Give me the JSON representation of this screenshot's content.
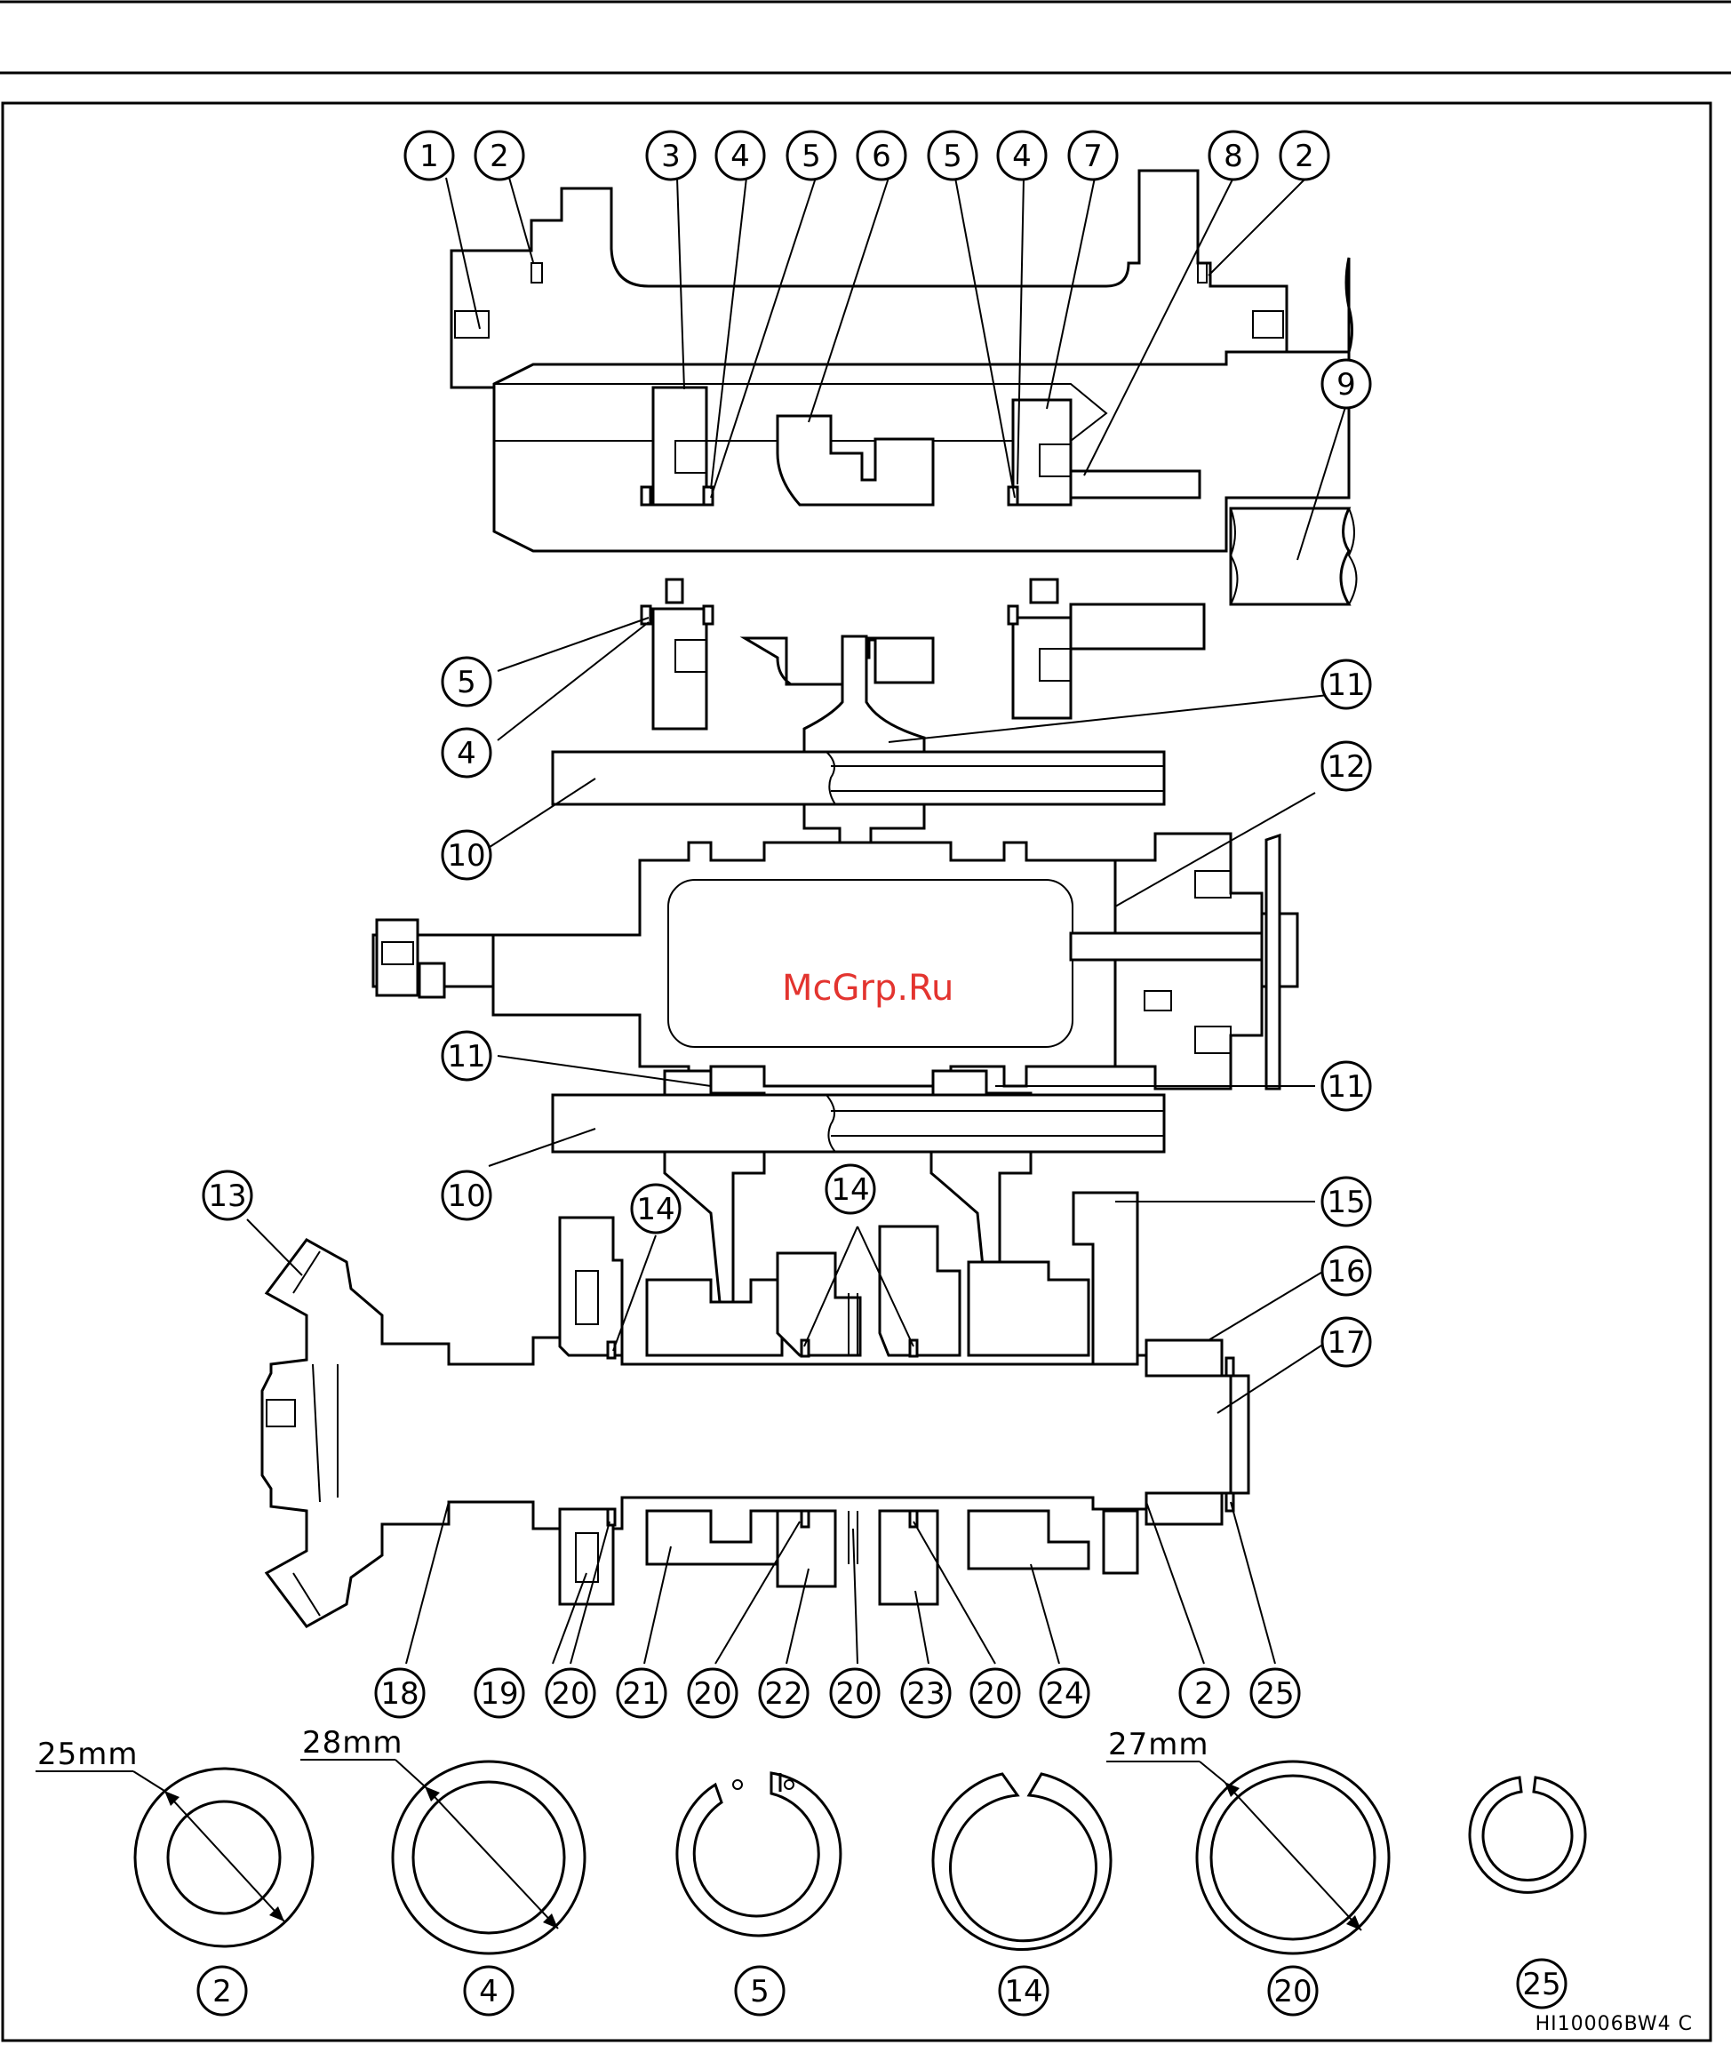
{
  "callouts": {
    "top": [
      "1",
      "2",
      "3",
      "4",
      "5",
      "6",
      "5",
      "4",
      "7",
      "8",
      "2"
    ],
    "c9": "9",
    "c5": "5",
    "c4": "4",
    "c11a": "11",
    "c10a": "10",
    "c12": "12",
    "c11b": "11",
    "c11c": "11",
    "c10b": "10",
    "c13": "13",
    "c14a": "14",
    "c14b": "14",
    "c15": "15",
    "c16": "16",
    "c17": "17",
    "bottom": [
      "18",
      "19",
      "20",
      "21",
      "20",
      "22",
      "20",
      "23",
      "20",
      "24",
      "2",
      "25"
    ],
    "rings": [
      "2",
      "4",
      "5",
      "14",
      "20",
      "25"
    ]
  },
  "dimensions": {
    "d2": "25mm",
    "d4": "28mm",
    "d20": "27mm"
  },
  "watermark": "McGrp.Ru",
  "figure_code": "HI10006BW4 C"
}
